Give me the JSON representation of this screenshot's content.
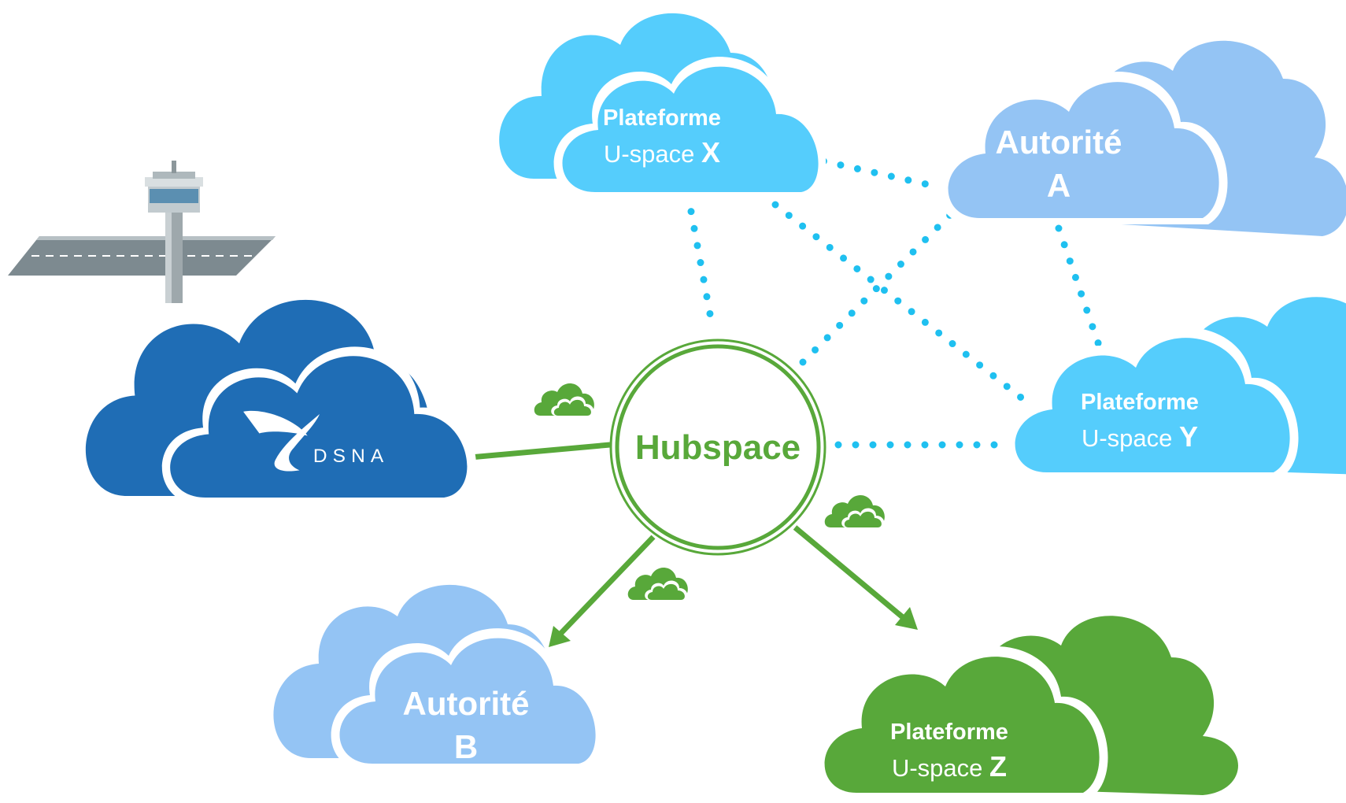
{
  "colors": {
    "cloud_blue_light": "#55cdfc",
    "cloud_blue_pale": "#94c4f4",
    "cloud_blue_dark": "#1f6db5",
    "cloud_green": "#58a83a",
    "hub_green": "#58a83a",
    "dotted_link": "#1fc0f0"
  },
  "hub": {
    "label": "Hubspace"
  },
  "nodes": {
    "dsna": {
      "logo_text": "DSNA"
    },
    "platform_x": {
      "line1": "Plateforme",
      "line2_prefix": "U-space ",
      "line2_letter": "X"
    },
    "authority_a": {
      "line1": "Autorité",
      "line2": "A"
    },
    "platform_y": {
      "line1": "Plateforme",
      "line2_prefix": "U-space ",
      "line2_letter": "Y"
    },
    "authority_b": {
      "line1": "Autorité",
      "line2": "B"
    },
    "platform_z": {
      "line1": "Plateforme",
      "line2_prefix": "U-space ",
      "line2_letter": "Z"
    }
  },
  "icons": [
    "control-tower-icon",
    "small-cloud-icon"
  ]
}
